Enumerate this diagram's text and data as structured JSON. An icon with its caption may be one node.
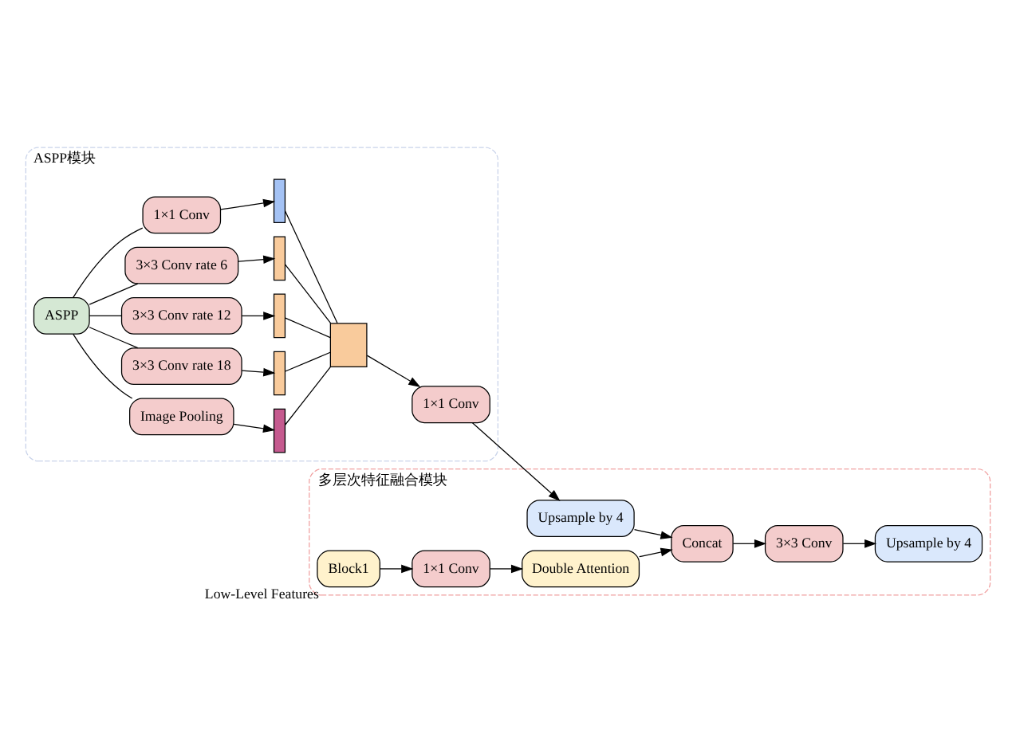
{
  "diagram": {
    "nodes": [
      {
        "text": [
          "ASPP模块"
        ]
      },
      {
        "text": [
          "ASPP"
        ],
        "in": 0
      },
      {
        "text": [
          "1×1 Conv"
        ],
        "in": 0
      },
      {
        "text": [
          "3×3 Conv rate 6"
        ],
        "in": 0
      },
      {
        "text": [
          "3×3 Conv rate 12"
        ],
        "in": 0
      },
      {
        "text": [
          "3×3 Conv rate 18"
        ],
        "in": 0
      },
      {
        "text": [
          "Image Pooling"
        ],
        "in": 0
      },
      {
        "text": [],
        "shape": "bar",
        "in": 0
      },
      {
        "text": [],
        "shape": "bar",
        "in": 0
      },
      {
        "text": [],
        "shape": "bar",
        "in": 0
      },
      {
        "text": [],
        "shape": "bar",
        "in": 0
      },
      {
        "text": [],
        "shape": "bar",
        "in": 0
      },
      {
        "text": [],
        "shape": "box",
        "in": 0
      },
      {
        "text": [
          "1×1 Conv"
        ],
        "in": 0
      },
      {
        "text": [
          "多层次特征融合模块"
        ]
      },
      {
        "text": [
          "Block1"
        ],
        "beside": [
          "Low-Level Features"
        ],
        "in": 14
      },
      {
        "text": [
          "Upsample by 4"
        ],
        "in": 14
      },
      {
        "text": [
          "1×1 Conv"
        ],
        "in": 14
      },
      {
        "text": [
          "Double Attention"
        ],
        "in": 14
      },
      {
        "text": [
          "Concat"
        ],
        "in": 14
      },
      {
        "text": [
          "3×3 Conv"
        ],
        "in": 14
      },
      {
        "text": [
          "Upsample by 4"
        ],
        "in": 14
      }
    ],
    "edges": [
      {
        "from": 1,
        "to": 2,
        "arrow": "none"
      },
      {
        "from": 1,
        "to": 3,
        "arrow": "none"
      },
      {
        "from": 1,
        "to": 4,
        "arrow": "none"
      },
      {
        "from": 1,
        "to": 5,
        "arrow": "none"
      },
      {
        "from": 1,
        "to": 6,
        "arrow": "none"
      },
      {
        "from": 2,
        "to": 7,
        "arrow": "to"
      },
      {
        "from": 3,
        "to": 8,
        "arrow": "to"
      },
      {
        "from": 4,
        "to": 9,
        "arrow": "to"
      },
      {
        "from": 5,
        "to": 10,
        "arrow": "to"
      },
      {
        "from": 6,
        "to": 11,
        "arrow": "to"
      },
      {
        "from": 7,
        "to": 12,
        "arrow": "none"
      },
      {
        "from": 8,
        "to": 12,
        "arrow": "none"
      },
      {
        "from": 9,
        "to": 12,
        "arrow": "none"
      },
      {
        "from": 10,
        "to": 12,
        "arrow": "none"
      },
      {
        "from": 11,
        "to": 12,
        "arrow": "none"
      },
      {
        "from": 12,
        "to": 13,
        "arrow": "to"
      },
      {
        "from": 13,
        "to": 16,
        "arrow": "to"
      },
      {
        "from": 15,
        "to": 17,
        "arrow": "to"
      },
      {
        "from": 16,
        "to": 19,
        "arrow": "to"
      },
      {
        "from": 17,
        "to": 18,
        "arrow": "to"
      },
      {
        "from": 18,
        "to": 19,
        "arrow": "to"
      },
      {
        "from": 19,
        "to": 20,
        "arrow": "to"
      },
      {
        "from": 20,
        "to": 21,
        "arrow": "to"
      }
    ]
  }
}
